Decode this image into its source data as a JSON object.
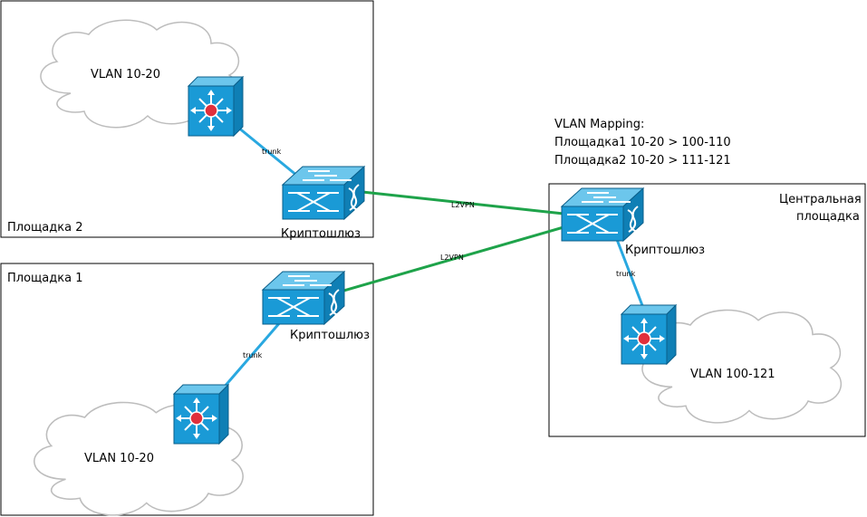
{
  "sites": {
    "site2": {
      "label": "Площадка 2",
      "cloud_label": "VLAN 10-20",
      "gateway_label": "Криптошлюз",
      "trunk_label": "trunk"
    },
    "site1": {
      "label": "Площадка 1",
      "cloud_label": "VLAN 10-20",
      "gateway_label": "Криптошлюз",
      "trunk_label": "trunk"
    },
    "central": {
      "label_line1": "Центральная",
      "label_line2": "площадка",
      "cloud_label": "VLAN 100-121",
      "gateway_label": "Криптошлюз",
      "trunk_label": "trunk"
    }
  },
  "links": {
    "l2vpn_top": "L2VPN",
    "l2vpn_bottom": "L2VPN"
  },
  "mapping": {
    "title": "VLAN Mapping:",
    "line1": "Площадка1 10-20 > 100-110",
    "line2": "Площадка2 10-20 > 111-121"
  },
  "colors": {
    "device_fill": "#1a9ad6",
    "device_stroke": "#0b5f8a",
    "trunk_line": "#29a8e0",
    "l2vpn_line": "#1ea34a",
    "router_dot": "#e0303c"
  },
  "icons": {
    "l3_switch": "multilayer-switch-icon",
    "gateway": "crypto-gateway-switch-icon",
    "cloud": "cloud-icon"
  }
}
